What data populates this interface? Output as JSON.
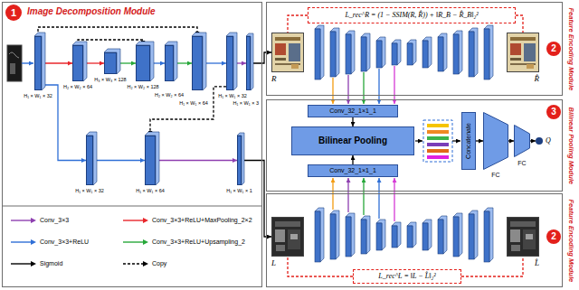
{
  "diagram": {
    "nodes": [
      {
        "text": [
          "Image Decomposition Module"
        ]
      },
      {
        "text": [
          "1"
        ],
        "in": 0
      },
      {
        "text": [
          "H₁ × W₁ × 32"
        ],
        "in": 0
      },
      {
        "text": [
          "H₂ × W₂ × 64"
        ],
        "in": 0
      },
      {
        "text": [
          "H₃ × W₃ × 128"
        ],
        "in": 0
      },
      {
        "text": [
          "H₂ × W₂ × 128"
        ],
        "in": 0
      },
      {
        "text": [
          "H₂ × W₂ × 64"
        ],
        "in": 0
      },
      {
        "text": [
          "H₁ × W₁ × 64"
        ],
        "in": 0
      },
      {
        "text": [
          "H₁ × W₁ × 32"
        ],
        "in": 0
      },
      {
        "text": [
          "H₁ × W₁ × 3"
        ],
        "in": 0
      },
      {
        "text": [
          "H₁ × W₁ × 32"
        ],
        "in": 0
      },
      {
        "text": [
          "H₁ × W₁ × 64"
        ],
        "in": 0
      },
      {
        "text": [
          "H₁ × W₁ × 1"
        ],
        "in": 0
      },
      {
        "text": [
          "Feature Encoding Module"
        ]
      },
      {
        "text": [
          "2"
        ],
        "in": 13
      },
      {
        "text": [
          "L_rec^R = (1 − SSIM(R, R̂)) + ‖R_B − R̂_B‖₂²"
        ],
        "in": 13
      },
      {
        "text": [
          "R"
        ],
        "in": 13
      },
      {
        "text": [
          "R̂"
        ],
        "in": 13
      },
      {
        "text": [
          "Bilinear Pooling Module"
        ]
      },
      {
        "text": [
          "3"
        ],
        "in": 18
      },
      {
        "text": [
          "Conv_32_1×1_1"
        ],
        "in": 18
      },
      {
        "text": [
          "Bilinear Pooling"
        ],
        "in": 18
      },
      {
        "text": [
          "Conv_32_1×1_1"
        ],
        "in": 18
      },
      {
        "text": [
          "Concatenate"
        ],
        "in": 18
      },
      {
        "text": [
          "FC"
        ],
        "in": 18
      },
      {
        "text": [
          "FC"
        ],
        "in": 18
      },
      {
        "text": [
          "Q"
        ],
        "in": 18
      },
      {
        "text": [
          "Feature Encoding Module"
        ]
      },
      {
        "text": [
          "2"
        ],
        "in": 27
      },
      {
        "text": [
          "L"
        ],
        "in": 27
      },
      {
        "text": [
          "L̂"
        ],
        "in": 27
      },
      {
        "text": [
          "L_rec^L = ‖L − L̂‖₂²"
        ],
        "in": 27
      }
    ],
    "edges": [
      {
        "from": 2,
        "to": 3,
        "arrow": "to"
      },
      {
        "from": 3,
        "to": 4,
        "arrow": "to"
      },
      {
        "from": 4,
        "to": 5,
        "arrow": "to"
      },
      {
        "from": 5,
        "to": 6,
        "arrow": "to"
      },
      {
        "from": 6,
        "to": 7,
        "arrow": "to"
      },
      {
        "from": 7,
        "to": 8,
        "arrow": "to"
      },
      {
        "from": 8,
        "to": 9,
        "arrow": "to"
      },
      {
        "from": 9,
        "to": 16,
        "arrow": "to"
      },
      {
        "from": 2,
        "to": 7,
        "arrow": "to"
      },
      {
        "from": 3,
        "to": 5,
        "arrow": "to"
      },
      {
        "from": 8,
        "to": 11,
        "arrow": "to"
      },
      {
        "from": 2,
        "to": 10,
        "arrow": "to"
      },
      {
        "from": 10,
        "to": 11,
        "arrow": "to"
      },
      {
        "from": 11,
        "to": 12,
        "arrow": "to"
      },
      {
        "from": 12,
        "to": 29,
        "arrow": "to"
      },
      {
        "from": 15,
        "to": 16,
        "arrow": "none"
      },
      {
        "from": 15,
        "to": 17,
        "arrow": "none"
      },
      {
        "from": 20,
        "to": 21,
        "arrow": "to"
      },
      {
        "from": 22,
        "to": 21,
        "arrow": "to"
      },
      {
        "from": 23,
        "to": 24,
        "arrow": "to"
      },
      {
        "from": 24,
        "to": 25,
        "arrow": "to"
      },
      {
        "from": 25,
        "to": 26,
        "arrow": "to"
      },
      {
        "from": 31,
        "to": 29,
        "arrow": "none"
      },
      {
        "from": 31,
        "to": 30,
        "arrow": "none"
      }
    ],
    "legend": [
      {
        "text": "Conv_3×3"
      },
      {
        "text": "Conv_3×3+ReLU+MaxPooling_2×2"
      },
      {
        "text": "Conv_3×3+ReLU"
      },
      {
        "text": "Conv_3×3+ReLU+Upsampling_2"
      },
      {
        "text": "Sigmoid"
      },
      {
        "text": "Copy"
      }
    ]
  }
}
